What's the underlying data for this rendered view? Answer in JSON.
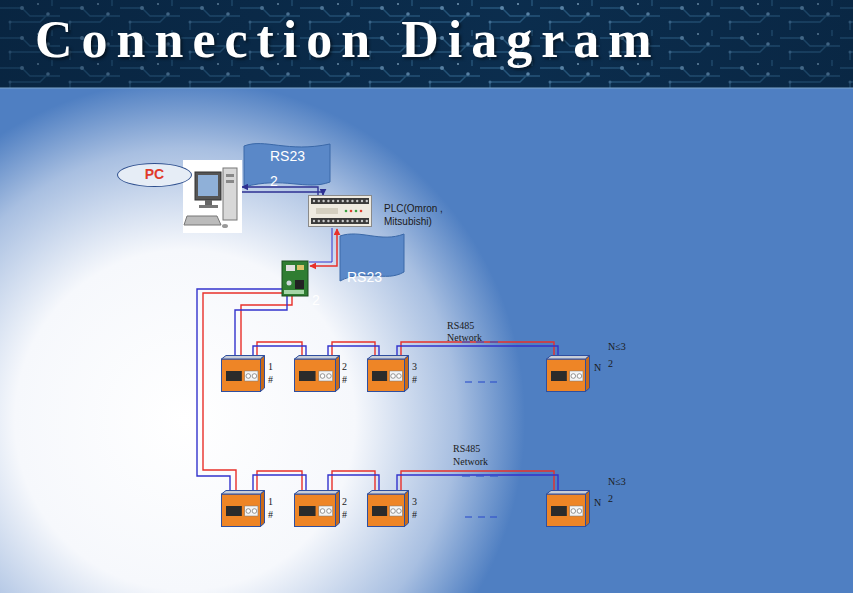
{
  "diagram": {
    "title": "Connection Diagram",
    "nodes": [
      {
        "text": [
          "PC"
        ]
      },
      {
        "text": [
          "PLC(Omron , Mitsubishi)"
        ]
      },
      {
        "text": [
          "1 #"
        ]
      },
      {
        "text": [
          "2 #"
        ]
      },
      {
        "text": [
          "3 #"
        ]
      },
      {
        "text": [
          "N",
          "N≤3 2"
        ]
      },
      {
        "text": [
          "1 #"
        ]
      },
      {
        "text": [
          "2 #"
        ]
      },
      {
        "text": [
          "3 #"
        ]
      },
      {
        "text": [
          "N",
          "N≤3 2"
        ]
      }
    ],
    "edges": [
      {
        "from": 1,
        "to": 0,
        "arrow": "both",
        "label": "RS23 2"
      },
      {
        "from": 2,
        "to": 3,
        "arrow": "none"
      },
      {
        "from": 3,
        "to": 4,
        "arrow": "none"
      },
      {
        "from": 4,
        "to": 5,
        "arrow": "none",
        "label": "RS485 Network"
      },
      {
        "from": 6,
        "to": 7,
        "arrow": "none"
      },
      {
        "from": 7,
        "to": 8,
        "arrow": "none"
      },
      {
        "from": 8,
        "to": 9,
        "arrow": "none",
        "label": "RS485 Network"
      }
    ],
    "labels": [
      "RS23 2"
    ]
  }
}
